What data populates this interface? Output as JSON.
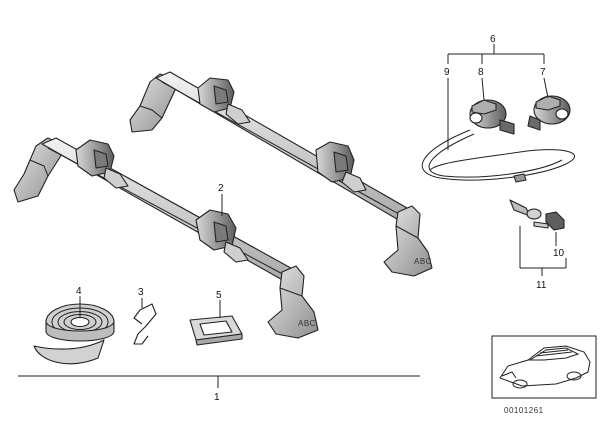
{
  "callouts": {
    "c1": "1",
    "c2": "2",
    "c3": "3",
    "c4": "4",
    "c5": "5",
    "c6": "6",
    "c7": "7",
    "c8": "8",
    "c9": "9",
    "c10": "10",
    "c11": "11"
  },
  "drawing_number": "00101261",
  "colors": {
    "line": "#222222",
    "rail": "#dcdcdc",
    "foot": "#bdbdbd",
    "clamp": "#9a9a9a",
    "clamp_dark": "#5f5f5f",
    "tape": "#d2d2d2"
  }
}
